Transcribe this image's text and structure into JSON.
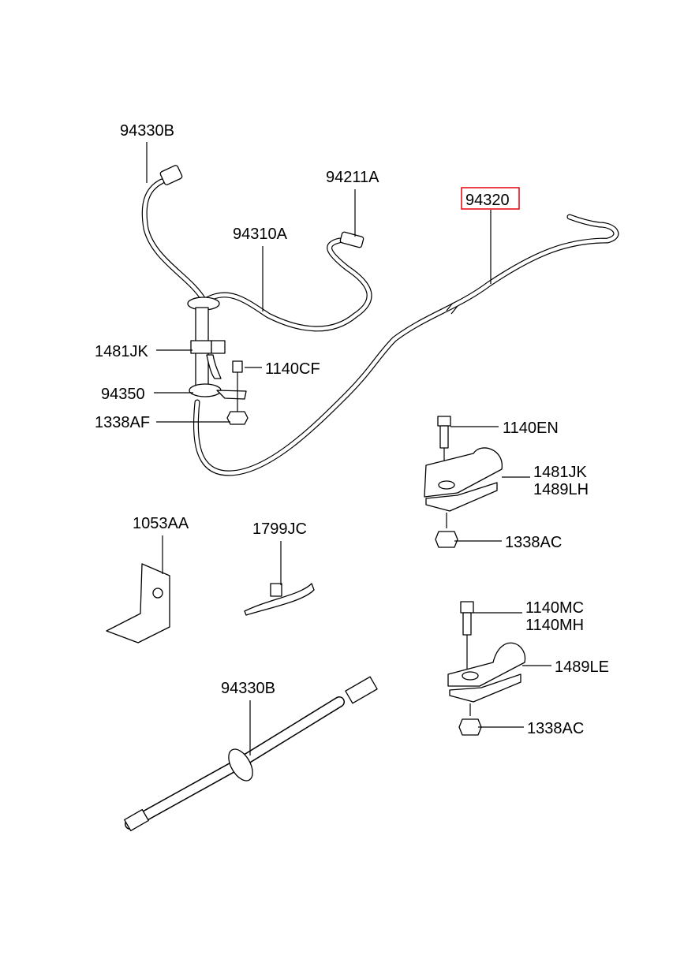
{
  "labels": {
    "cable_top": "94330B",
    "sensor": "94211A",
    "cable_main": "94320",
    "cable_branch": "94310A",
    "clamp_left": "1481JK",
    "bolt_cf": "1140CF",
    "grommet": "94350",
    "nut_af": "1338AF",
    "bolt_en": "1140EN",
    "clamp_a1": "1481JK",
    "clamp_a2": "1489LH",
    "nut_ac_1": "1338AC",
    "bracket": "1053AA",
    "tie": "1799JC",
    "bolt_mc": "1140MC",
    "bolt_mh": "1140MH",
    "clamp_le": "1489LE",
    "cable_bottom": "94330B",
    "nut_ac_2": "1338AC"
  },
  "highlight": {
    "label": "94320",
    "color": "#e8000b"
  }
}
